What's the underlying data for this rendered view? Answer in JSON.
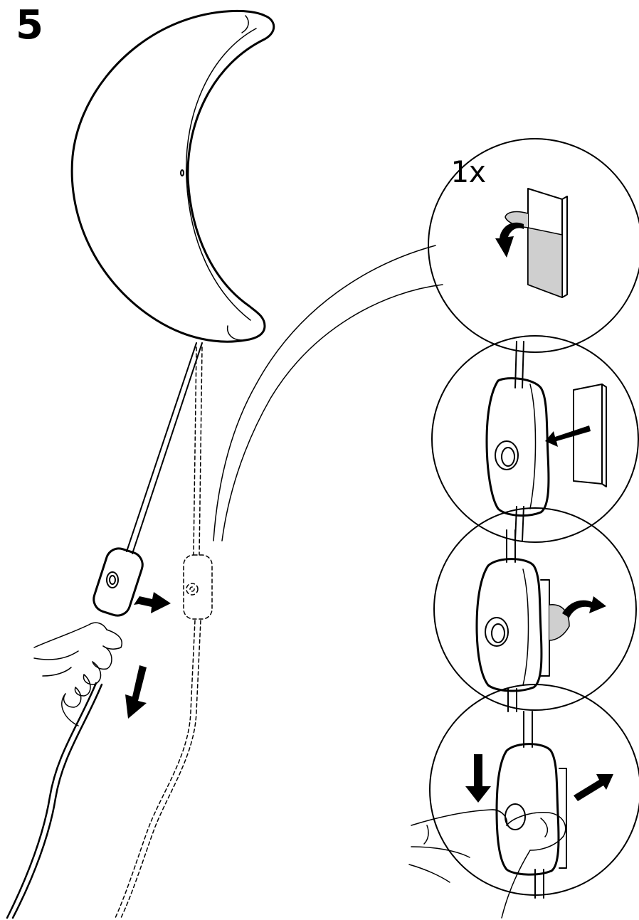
{
  "step": {
    "number": "5"
  },
  "detail": {
    "quantity_label": "1x"
  },
  "colors": {
    "ink": "#000000",
    "paper": "#ffffff",
    "adhesive_tape": "#cfcfcf"
  },
  "icons": [
    "crescent-moon-lamp",
    "cord-switch",
    "hand",
    "adhesive-strip",
    "arrow",
    "curved-arrow"
  ]
}
